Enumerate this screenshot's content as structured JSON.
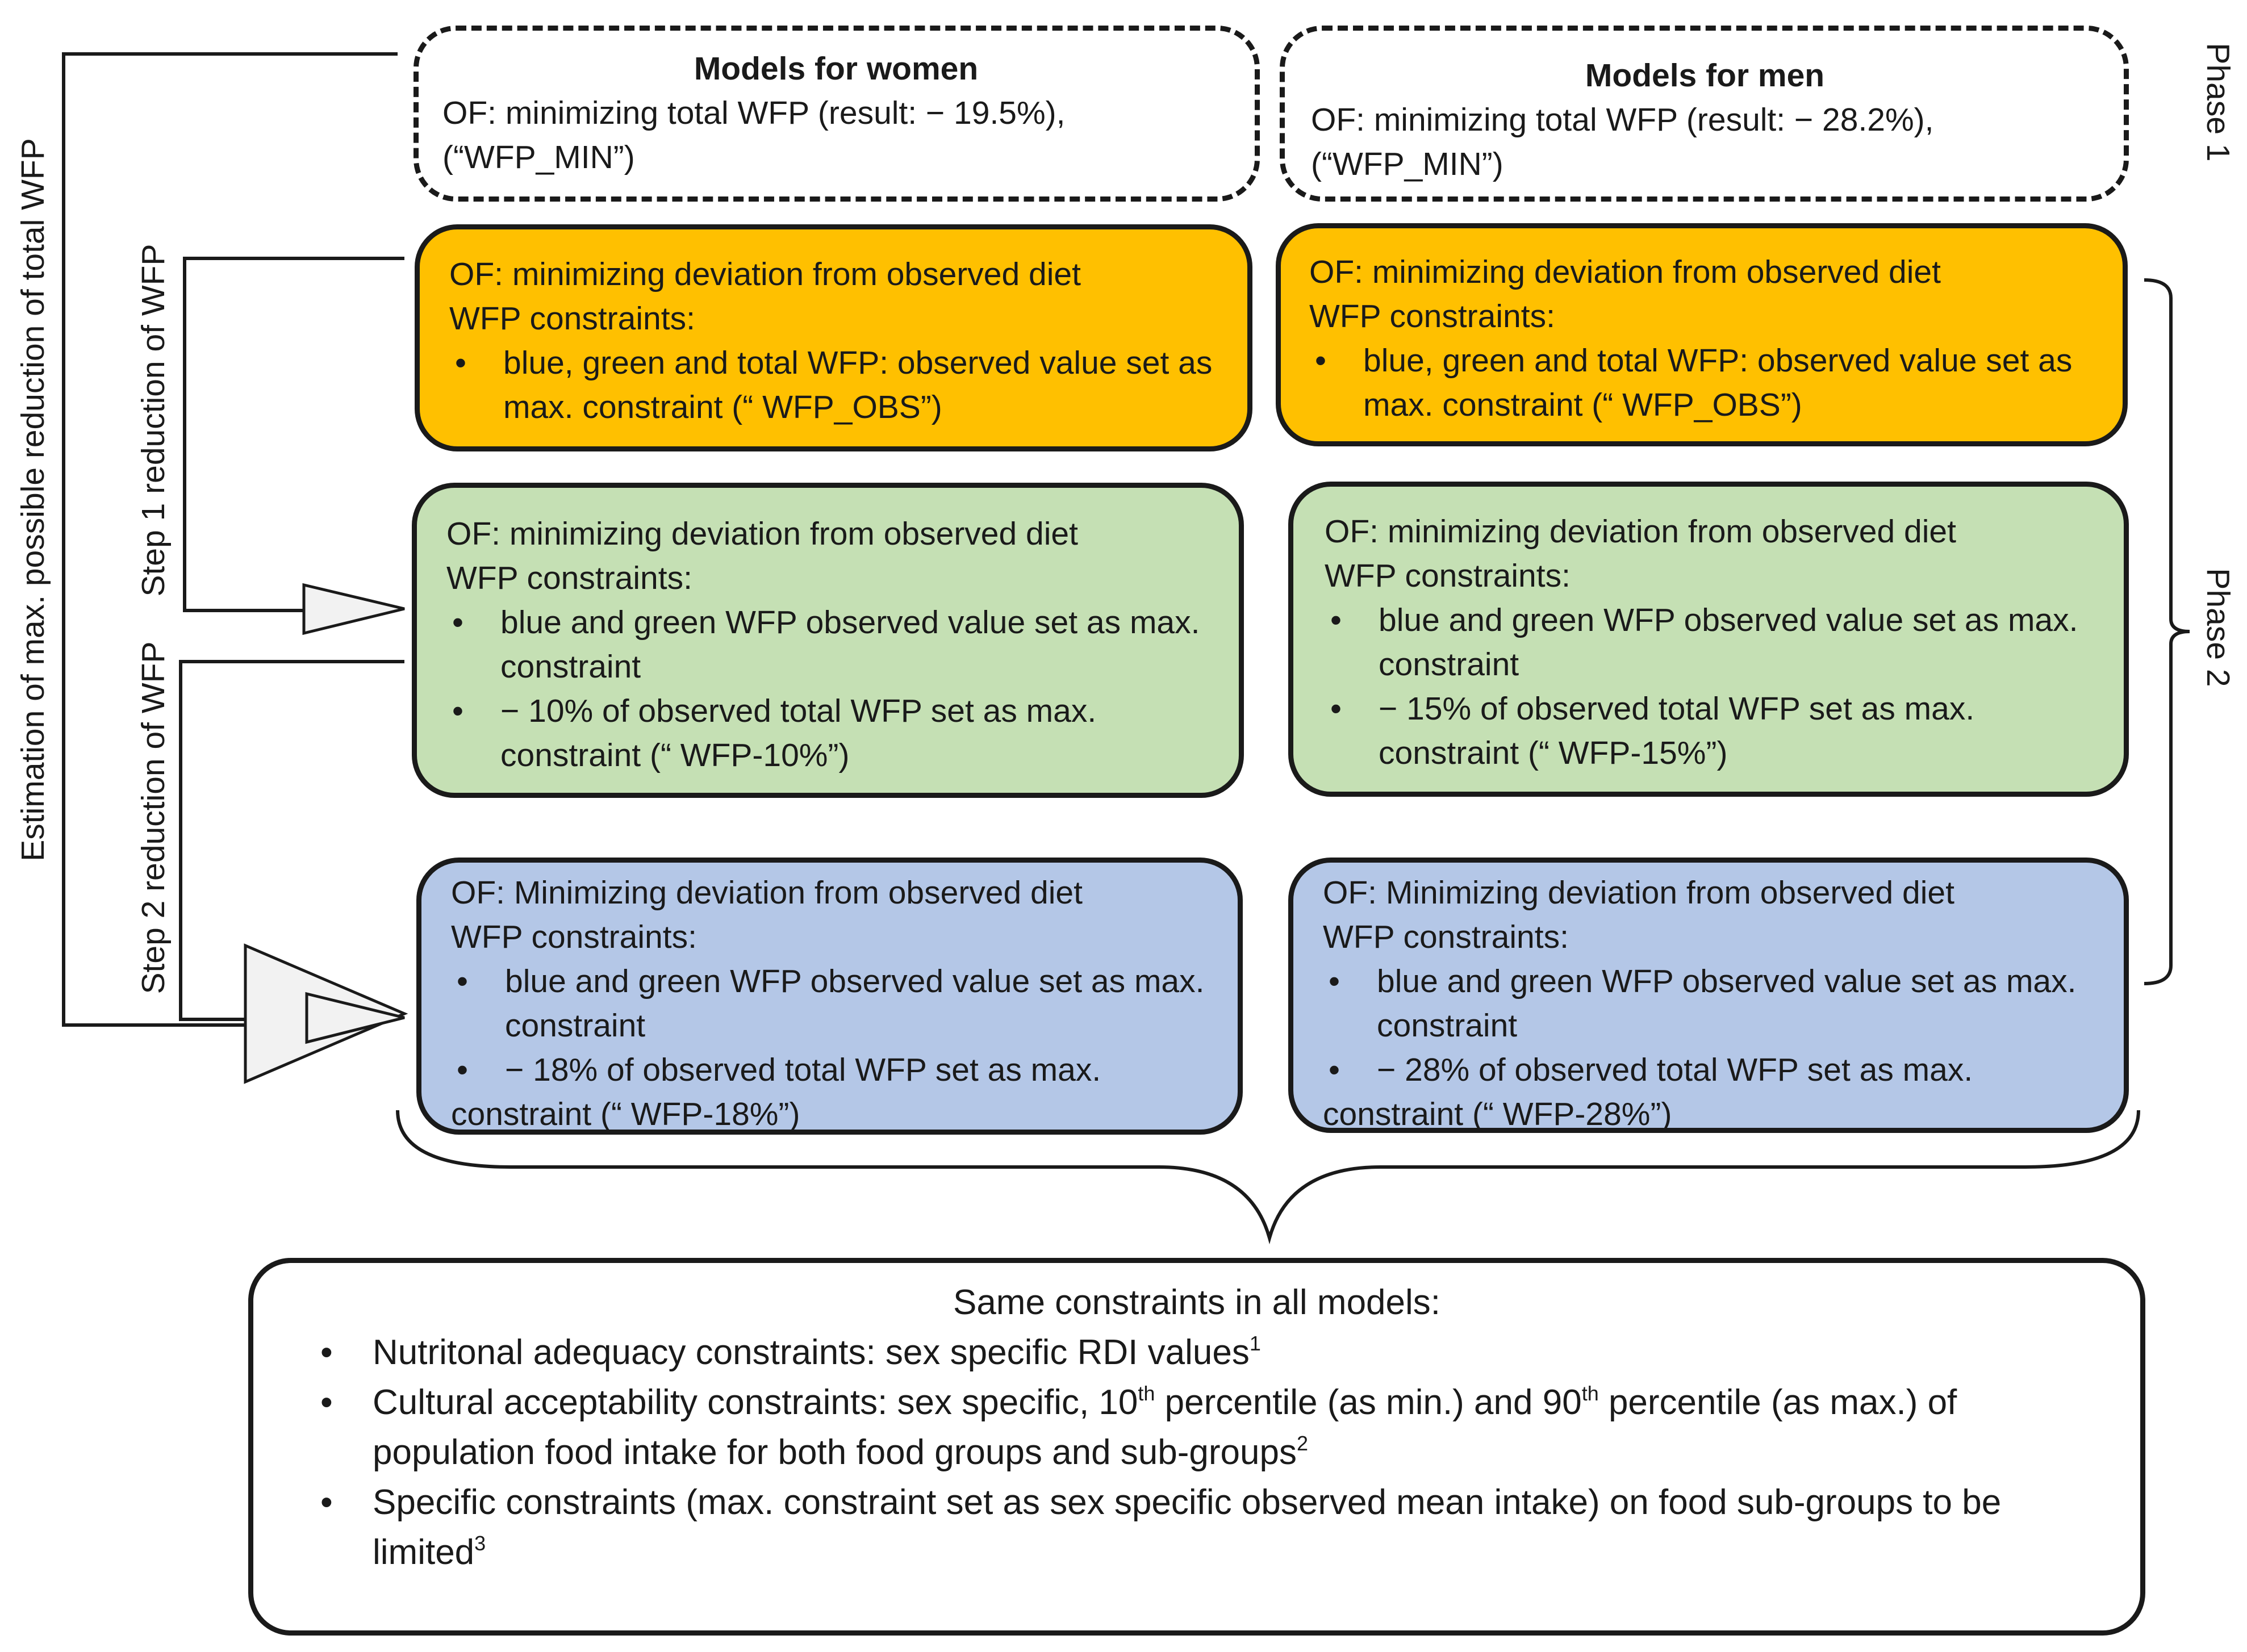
{
  "phase1": {
    "label": "Phase 1",
    "women": {
      "title": "Models for women",
      "line1": "OF: minimizing total WFP (result: − 19.5%),",
      "line2": "(“WFP_MIN”)"
    },
    "men": {
      "title": "Models for men",
      "line1": "OF: minimizing total WFP (result: − 28.2%),",
      "line2": "(“WFP_MIN”)"
    }
  },
  "phase2": {
    "label": "Phase 2",
    "orange": {
      "women": {
        "line1": "OF: minimizing  deviation from observed diet",
        "line2": "WFP constraints:",
        "bullet1": "blue, green and total WFP: observed value set as max. constraint  (“ WFP_OBS”)"
      },
      "men": {
        "line1": "OF: minimizing  deviation from observed diet",
        "line2": "WFP constraints:",
        "bullet1": "blue, green and total WFP: observed value set as max. constraint (“ WFP_OBS”)"
      }
    },
    "green": {
      "women": {
        "line1": "OF: minimizing deviation from observed diet",
        "line2": "WFP constraints:",
        "bullet1": "blue and green WFP observed value set as max. constraint",
        "bullet2": "− 10% of observed total WFP set as max. constraint (“ WFP-10%”)"
      },
      "men": {
        "line1": "OF: minimizing deviation from observed diet",
        "line2": "WFP constraints:",
        "bullet1": "blue and green WFP observed value set as max. constraint",
        "bullet2": "− 15% of observed total WFP set as max. constraint (“ WFP-15%”)"
      }
    },
    "blue": {
      "women": {
        "line1": "OF: Minimizing deviation from observed diet",
        "line2": "WFP constraints:",
        "bullet1": "blue and green WFP observed value set as max. constraint",
        "bullet2": "− 18% of observed total WFP set as max. constraint (“ WFP-18%”)"
      },
      "men": {
        "line1": "OF: Minimizing deviation from observed diet",
        "line2": "WFP constraints:",
        "bullet1": "blue and green WFP observed value set as max. constraint",
        "bullet2": "− 28% of observed total WFP set as max. constraint (“ WFP-28%”)"
      }
    }
  },
  "side_labels": {
    "estimation": "Estimation of max. possible reduction of total WFP",
    "step1": "Step 1 reduction of WFP",
    "step2": "Step 2 reduction of WFP"
  },
  "common": {
    "title": "Same constraints in all models:",
    "item1": "Nutritonal adequacy constraints: sex specific RDI values",
    "item1_sup": "1",
    "item2_a": "Cultural acceptability constraints: sex specific, 10",
    "item2_sup_a": "th",
    "item2_b": " percentile (as min.) and 90",
    "item2_sup_b": "th",
    "item2_c": " percentile (as max.) of population food  intake for both food groups and sub-groups",
    "item2_sup_c": "2",
    "item3": "Specific constraints (max. constraint set as sex specific observed mean intake) on food sub-groups to be limited",
    "item3_sup": "3"
  },
  "colors": {
    "orange": "#ffc000",
    "green": "#c5e0b4",
    "blue": "#b4c7e7"
  }
}
